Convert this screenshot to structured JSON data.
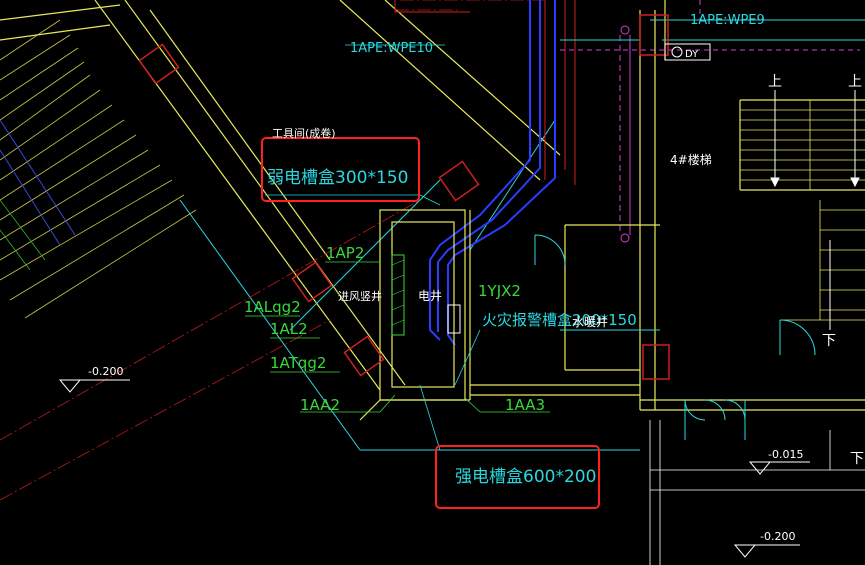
{
  "drawing": {
    "background": "#000000",
    "labels": {
      "wpe10": "1APE:WPE10",
      "wpe9": "1APE:WPE9",
      "dy": "DY",
      "tool_room": "工具间(成卷)",
      "weak_tray": "弱电槽盒300*150",
      "ap2": "1AP2",
      "alqg2": "1ALqg2",
      "al2": "1AL2",
      "atqg2": "1ATqg2",
      "aa2": "1AA2",
      "aa3": "1AA3",
      "jx2": "1YJX2",
      "fire_tray": "火灾报警槽盒200*150",
      "shaft": "电井",
      "wind_shaft": "进风竖井",
      "water_shaft": "水暖井",
      "stair": "4#楼梯",
      "strong_tray": "强电槽盒600*200",
      "up1": "上",
      "up2": "上",
      "down1": "下",
      "down2": "下",
      "elev1": "-0.200",
      "elev2": "-0.015",
      "elev3": "-0.200"
    },
    "colors": {
      "yellow": "#e8e85a",
      "white": "#ffffff",
      "green": "#39d839",
      "cyan": "#2ad8e0",
      "blue": "#2a3cff",
      "red": "#e02020",
      "magenta": "#d040d0",
      "darkred": "#9b1010",
      "highlight": "#ff2020"
    }
  }
}
